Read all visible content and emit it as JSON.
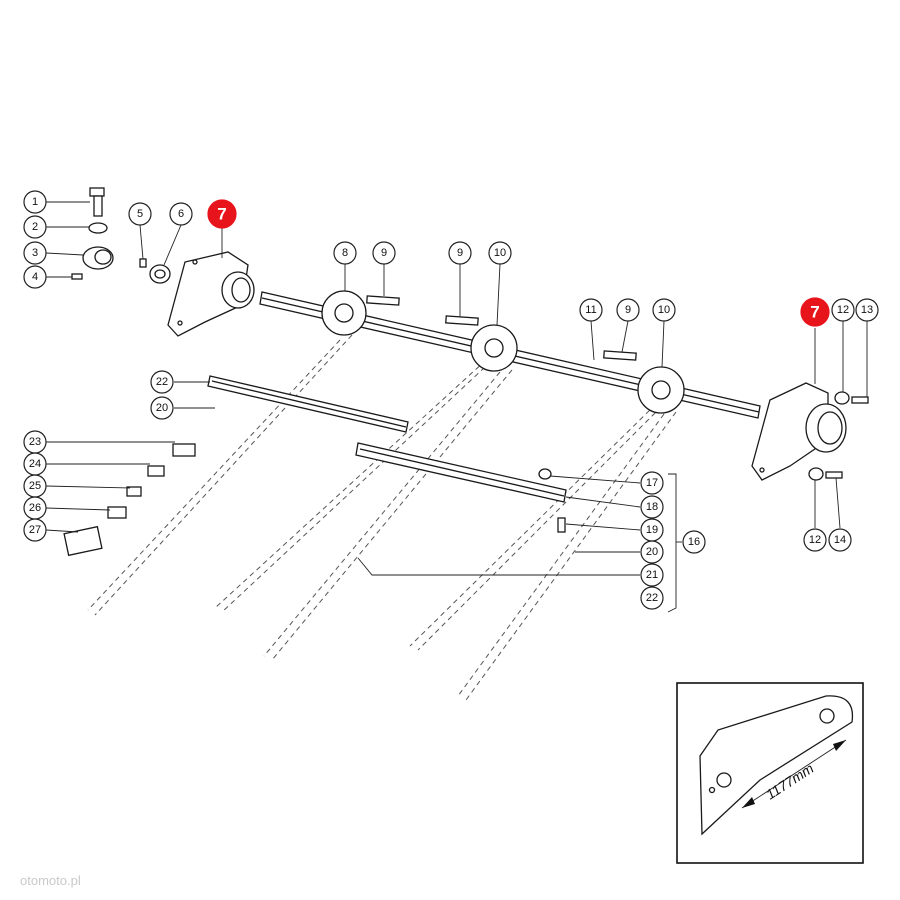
{
  "highlight_color": "#e8141b",
  "callouts": {
    "c1": "1",
    "c2": "2",
    "c3": "3",
    "c4": "4",
    "c5": "5",
    "c6": "6",
    "c7a": "7",
    "c8": "8",
    "c9a": "9",
    "c9b": "9",
    "c10a": "10",
    "c11": "11",
    "c9c": "9",
    "c10b": "10",
    "c7b": "7",
    "c12a": "12",
    "c13": "13",
    "c12b": "12",
    "c14": "14",
    "c22a": "22",
    "c20a": "20",
    "c23": "23",
    "c24": "24",
    "c25": "25",
    "c26": "26",
    "c27": "27",
    "c17": "17",
    "c18": "18",
    "c19": "19",
    "c20b": "20",
    "c21": "21",
    "c22b": "22",
    "c16": "16"
  },
  "inset": {
    "dimension": "1177mm"
  },
  "watermark": "otomoto.pl"
}
